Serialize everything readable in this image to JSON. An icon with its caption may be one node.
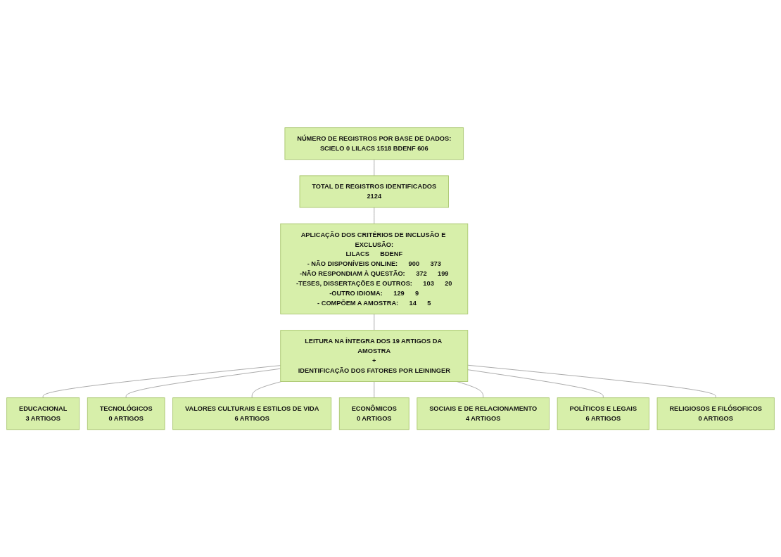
{
  "diagram": {
    "nodes": [
      {
        "text": [
          "NÚMERO DE REGISTROS POR BASE DE DADOS:",
          "SCIELO 0 LILACS 1518 BDENF 606"
        ]
      },
      {
        "text": [
          "TOTAL DE REGISTROS IDENTIFICADOS",
          "2124"
        ]
      },
      {
        "text": [
          "APLICAÇÃO DOS CRITÉRIOS DE INCLUSÃO E EXCLUSÃO:",
          "LILACS",
          "BDENF",
          "- NÃO DISPONÍVEIS ONLINE:",
          "900",
          "373",
          "-NÃO RESPONDIAM À QUESTÃO:",
          "372",
          "199",
          "-TESES, DISSERTAÇÕES E OUTROS:",
          "103",
          "20",
          "-OUTRO IDIOMA:",
          "129",
          "9",
          "- COMPÕEM A AMOSTRA:",
          "14",
          "5"
        ]
      },
      {
        "text": [
          "LEITURA NA ÍNTEGRA DOS 19 ARTIGOS DA AMOSTRA",
          "+",
          "IDENTIFICAÇÃO DOS FATORES POR LEININGER"
        ]
      },
      {
        "text": [
          "EDUCACIONAL",
          "3 ARTIGOS"
        ]
      },
      {
        "text": [
          "TECNOLÓGICOS",
          "0 ARTIGOS"
        ]
      },
      {
        "text": [
          "VALORES CULTURAIS E ESTILOS DE VIDA",
          "6 ARTIGOS"
        ]
      },
      {
        "text": [
          "ECONÔMICOS",
          "0 ARTIGOS"
        ]
      },
      {
        "text": [
          "SOCIAIS E DE RELACIONAMENTO",
          "4 ARTIGOS"
        ]
      },
      {
        "text": [
          "POLÍTICOS E LEGAIS",
          "6 ARTIGOS"
        ]
      },
      {
        "text": [
          "RELIGIOSOS E FILÓSOFICOS",
          "0 ARTIGOS"
        ]
      }
    ],
    "edges": [
      {
        "from": 0,
        "to": 1,
        "arrow": "none"
      },
      {
        "from": 1,
        "to": 2,
        "arrow": "none"
      },
      {
        "from": 2,
        "to": 3,
        "arrow": "none"
      },
      {
        "from": 3,
        "to": 4,
        "arrow": "none"
      },
      {
        "from": 3,
        "to": 5,
        "arrow": "none"
      },
      {
        "from": 3,
        "to": 6,
        "arrow": "none"
      },
      {
        "from": 3,
        "to": 7,
        "arrow": "none"
      },
      {
        "from": 3,
        "to": 8,
        "arrow": "none"
      },
      {
        "from": 3,
        "to": 9,
        "arrow": "none"
      },
      {
        "from": 3,
        "to": 10,
        "arrow": "none"
      }
    ]
  }
}
